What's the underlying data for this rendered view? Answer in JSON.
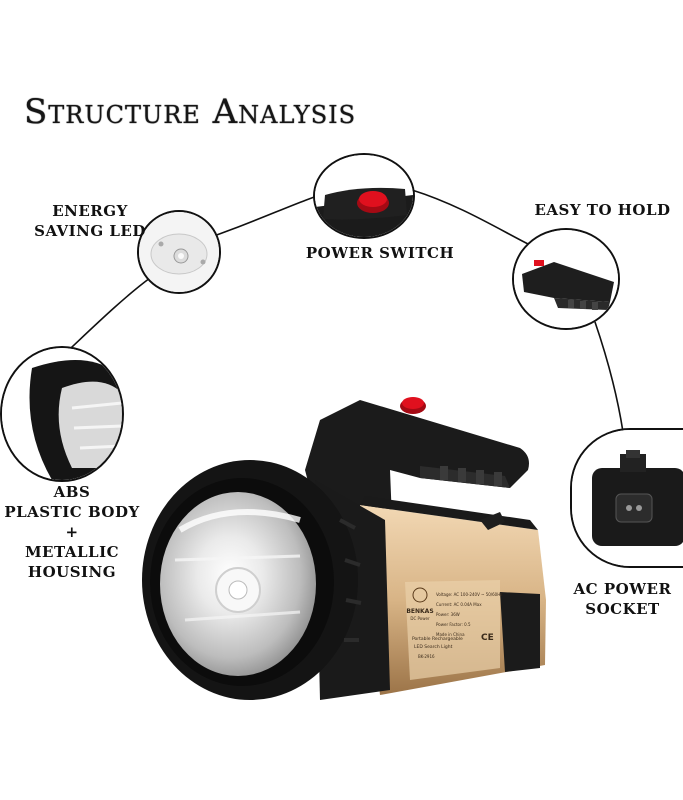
{
  "title": "Structure Analysis",
  "callouts": {
    "energy_led": [
      "ENERGY",
      "SAVING LED"
    ],
    "power_switch": "POWER SWITCH",
    "easy_hold": "EASY TO HOLD",
    "body": [
      "ABS",
      "PLASTIC BODY",
      "+",
      "METALLIC",
      "HOUSING"
    ],
    "ac_socket": [
      "AC POWER",
      "SOCKET"
    ]
  },
  "product": {
    "brand": "BENKAS",
    "brand_sub": "DC Power",
    "spec_lines": [
      "Voltage: AC 100-240V ~ 50/60Hz",
      "Current: AC 0.04A Max",
      "Power: 36W",
      "Power Factor: 0.5",
      "Made in China"
    ],
    "caption": [
      "Portable Rechargeable",
      "LED Search Light"
    ],
    "model": "BK-2916"
  },
  "colors": {
    "accent_red": "#e0101e",
    "housing_gold": "#d8b486",
    "body_black": "#141414"
  }
}
